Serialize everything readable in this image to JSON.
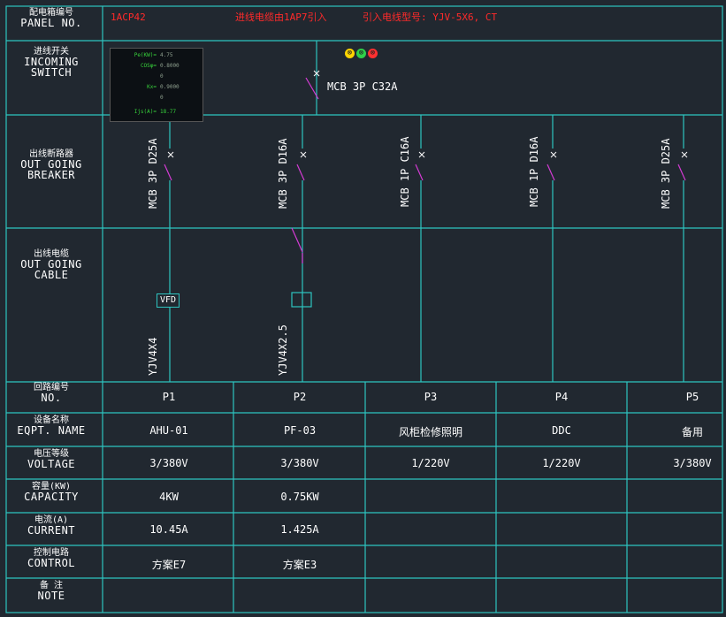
{
  "header": {
    "panel_label_cn": "配电箱编号",
    "panel_label_en": "PANEL NO.",
    "panel_no": "1ACP42",
    "incoming_source": "进线电缆由1AP7引入",
    "incoming_cable": "引入电线型号: YJV-5X6, CT"
  },
  "row_labels": [
    {
      "cn": "进线开关",
      "en": "INCOMING",
      "en2": "SWITCH"
    },
    {
      "cn": "出线断路器",
      "en": "OUT GOING",
      "en2": "BREAKER"
    },
    {
      "cn": "出线电缆",
      "en": "OUT GOING",
      "en2": "CABLE"
    },
    {
      "cn": "回路编号",
      "en": "NO."
    },
    {
      "cn": "设备名称",
      "en": "EQPT. NAME"
    },
    {
      "cn": "电压等级",
      "en": "VOLTAGE"
    },
    {
      "cn": "容量(KW)",
      "en": "CAPACITY"
    },
    {
      "cn": "电流(A)",
      "en": "CURRENT"
    },
    {
      "cn": "控制电路",
      "en": "CONTROL"
    },
    {
      "cn": "备 注",
      "en": "NOTE"
    }
  ],
  "calc_box": [
    {
      "k": "Pe(KW)=",
      "v": "4.75"
    },
    {
      "k": "COSφ=",
      "v": "0.8000"
    },
    {
      "k": "",
      "v": "0"
    },
    {
      "k": "Kx=",
      "v": "0.9000"
    },
    {
      "k": "",
      "v": "0"
    },
    {
      "k": "Ijs(A)=",
      "v": "18.77"
    }
  ],
  "indicator_lamps": [
    {
      "name": "lamp-yellow",
      "color": "#ffd400"
    },
    {
      "name": "lamp-green",
      "color": "#2fd04a"
    },
    {
      "name": "lamp-red",
      "color": "#ff3030"
    }
  ],
  "incoming_switch": "MCB 3P C32A",
  "circuits": [
    {
      "no": "P1",
      "name": "AHU-01",
      "voltage": "3/380V",
      "capacity": "4KW",
      "current": "10.45A",
      "control": "方案E7",
      "note": "",
      "breaker": "MCB 3P D25A",
      "cable": "YJV4X4",
      "device": "VFD"
    },
    {
      "no": "P2",
      "name": "PF-03",
      "voltage": "3/380V",
      "capacity": "0.75KW",
      "current": "1.425A",
      "control": "方案E3",
      "note": "",
      "breaker": "MCB 3P D16A",
      "cable": "YJV4X2.5",
      "device": ""
    },
    {
      "no": "P3",
      "name": "风柜检修照明",
      "voltage": "1/220V",
      "capacity": "",
      "current": "",
      "control": "",
      "note": "",
      "breaker": "MCB 1P C16A",
      "cable": "",
      "device": ""
    },
    {
      "no": "P4",
      "name": "DDC",
      "voltage": "1/220V",
      "capacity": "",
      "current": "",
      "control": "",
      "note": "",
      "breaker": "MCB 1P D16A",
      "cable": "",
      "device": ""
    },
    {
      "no": "P5",
      "name": "备用",
      "voltage": "3/380V",
      "capacity": "",
      "current": "",
      "control": "",
      "note": "",
      "breaker": "MCB 3P D25A",
      "cable": "",
      "device": ""
    }
  ],
  "colors": {
    "grid": "#2ec4c0",
    "background": "#212830",
    "text": "#ffffff",
    "header_red": "#ff2a2a",
    "breaker_tick": "#d43bd4"
  }
}
